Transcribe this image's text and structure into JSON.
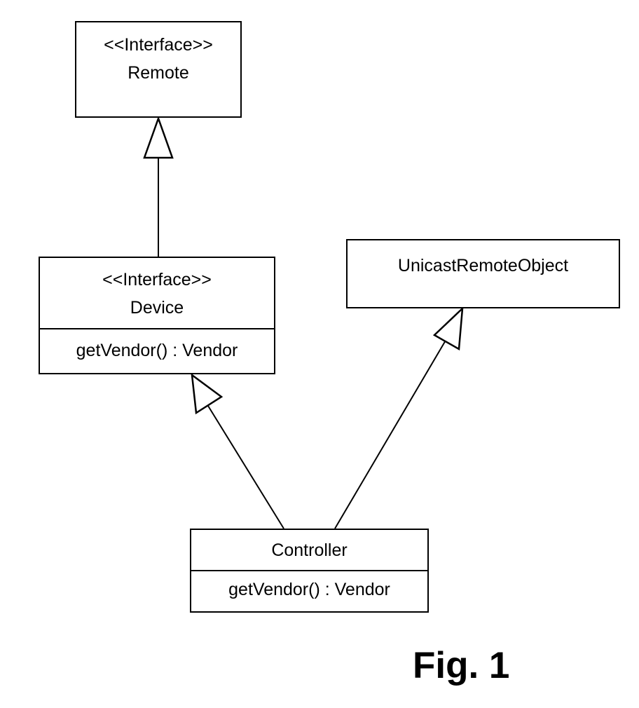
{
  "figure": {
    "label": "Fig. 1"
  },
  "classes": {
    "remote": {
      "stereotype": "<<Interface>>",
      "name": "Remote"
    },
    "device": {
      "stereotype": "<<Interface>>",
      "name": "Device",
      "operations": [
        "getVendor() : Vendor"
      ]
    },
    "unicast_remote_object": {
      "name": "UnicastRemoteObject"
    },
    "controller": {
      "name": "Controller",
      "operations": [
        "getVendor() : Vendor"
      ]
    }
  },
  "relationships": [
    {
      "from": "Device",
      "to": "Remote",
      "kind": "generalization"
    },
    {
      "from": "Controller",
      "to": "Device",
      "kind": "generalization"
    },
    {
      "from": "Controller",
      "to": "UnicastRemoteObject",
      "kind": "generalization"
    }
  ]
}
